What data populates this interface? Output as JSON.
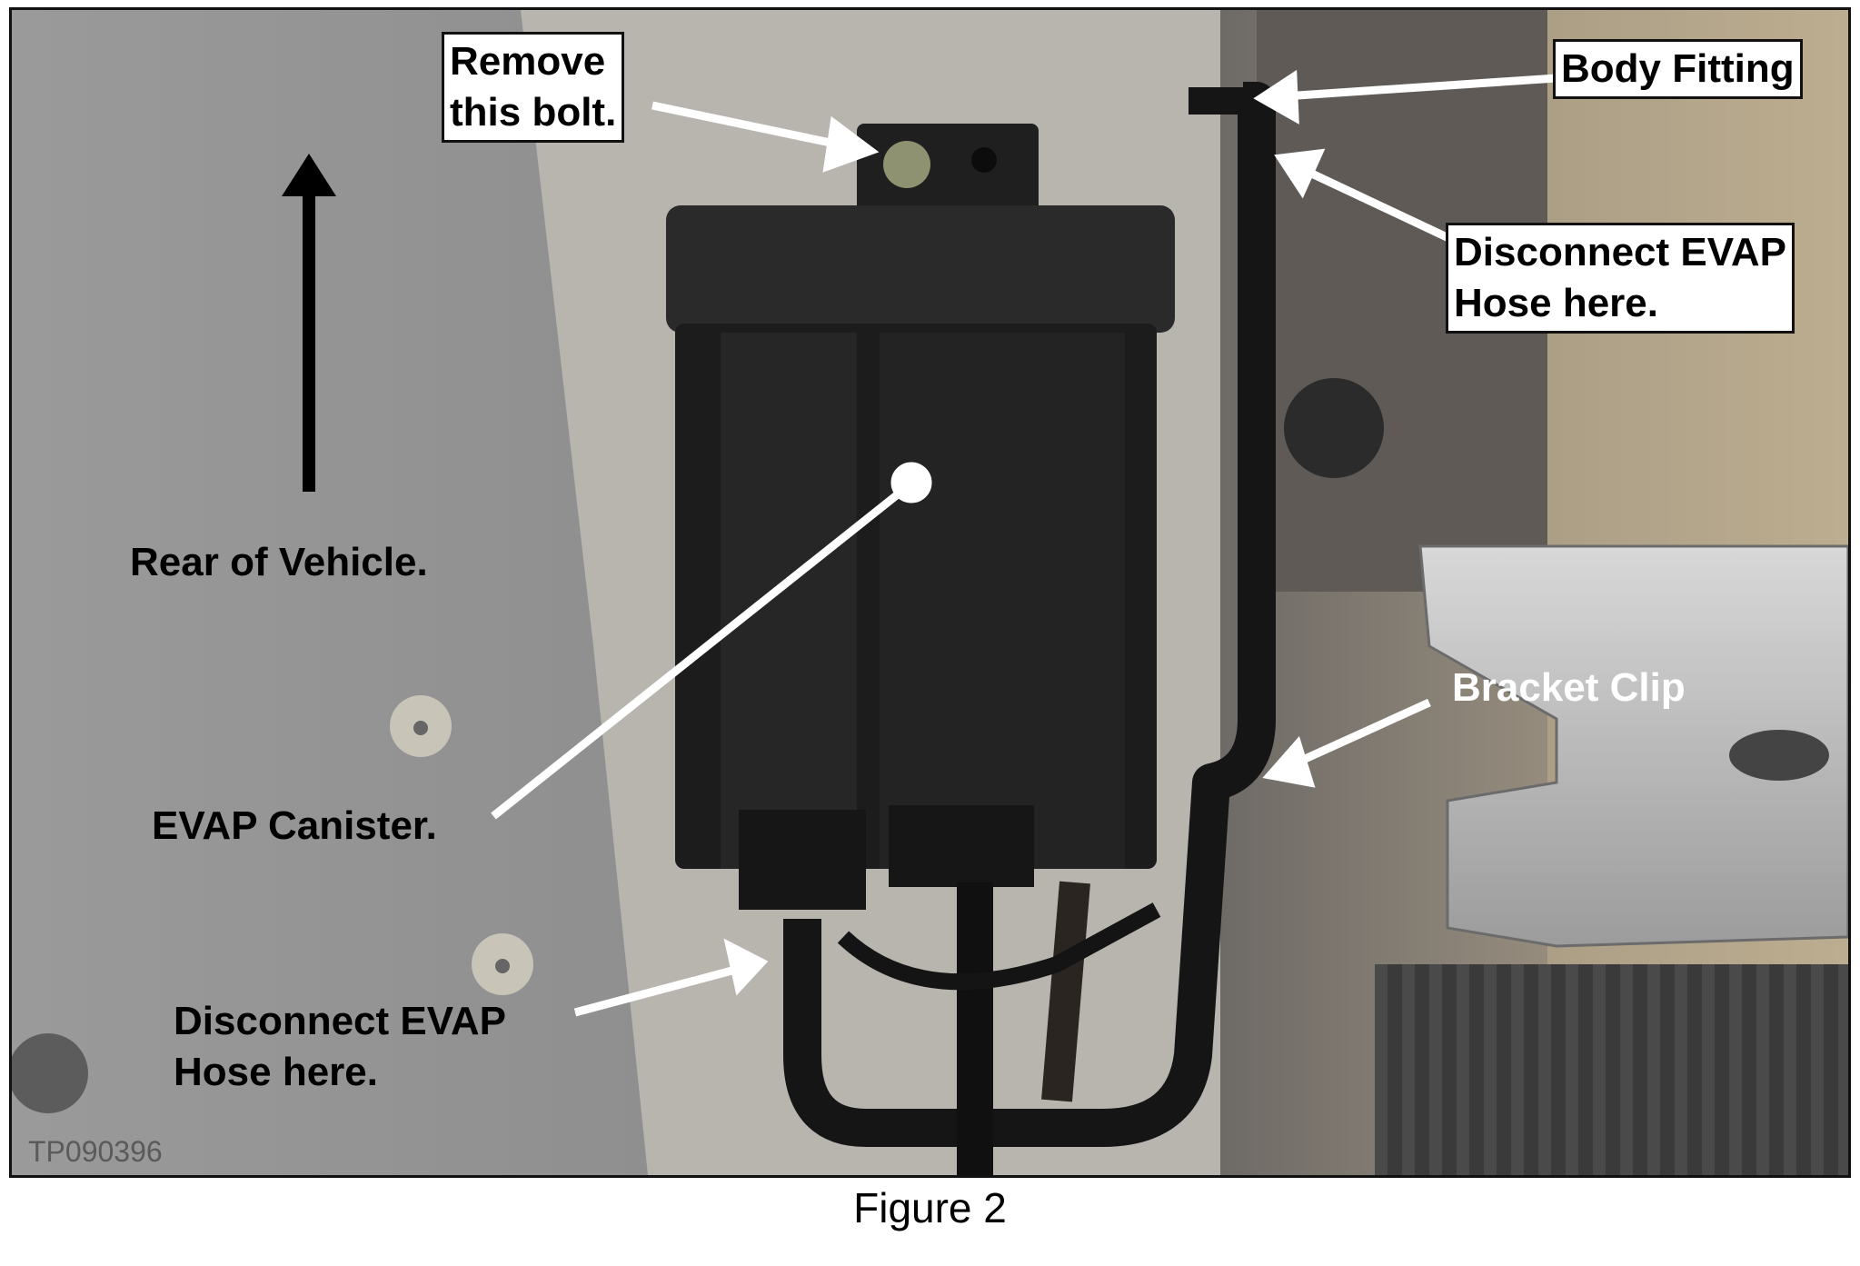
{
  "figure": {
    "caption": "Figure 2",
    "image_code": "TP090396",
    "labels": {
      "remove_bolt": [
        "Remove",
        "this bolt."
      ],
      "body_fitting": "Body Fitting",
      "disconnect_upper": [
        "Disconnect EVAP",
        "Hose here."
      ],
      "rear_of_vehicle": "Rear of Vehicle.",
      "bracket_clip": "Bracket Clip",
      "evap_canister": "EVAP Canister.",
      "disconnect_lower": [
        "Disconnect EVAP",
        "Hose here."
      ]
    }
  }
}
